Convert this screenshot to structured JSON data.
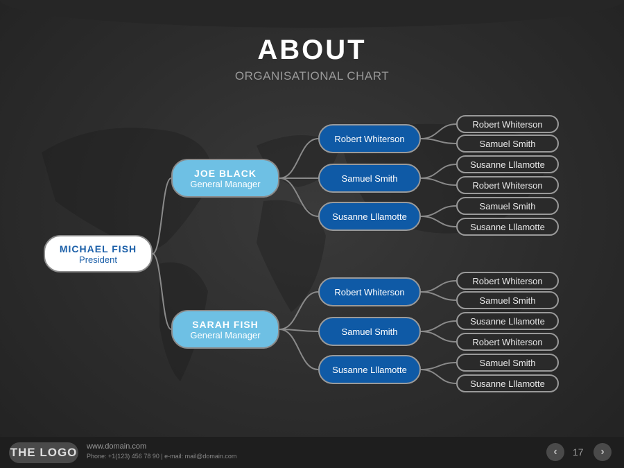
{
  "header": {
    "title": "ABOUT",
    "subtitle": "ORGANISATIONAL CHART"
  },
  "org": {
    "president": {
      "name": "MICHAEL FISH",
      "role": "President"
    },
    "managers": [
      {
        "name": "JOE BLACK",
        "role": "General Manager",
        "reports": [
          {
            "name": "Robert Whiterson",
            "reports": [
              "Robert Whiterson",
              "Samuel Smith"
            ]
          },
          {
            "name": "Samuel Smith",
            "reports": [
              "Susanne Lllamotte",
              "Robert Whiterson"
            ]
          },
          {
            "name": "Susanne Lllamotte",
            "reports": [
              "Samuel Smith",
              "Susanne Lllamotte"
            ]
          }
        ]
      },
      {
        "name": "SARAH FISH",
        "role": "General Manager",
        "reports": [
          {
            "name": "Robert Whiterson",
            "reports": [
              "Robert Whiterson",
              "Samuel Smith"
            ]
          },
          {
            "name": "Samuel Smith",
            "reports": [
              "Susanne Lllamotte",
              "Robert Whiterson"
            ]
          },
          {
            "name": "Susanne Lllamotte",
            "reports": [
              "Samuel Smith",
              "Susanne Lllamotte"
            ]
          }
        ]
      }
    ]
  },
  "footer": {
    "logo": "THE LOGO",
    "website": "www.domain.com",
    "contact": "Phone: +1(123) 456 78 90 | e-mail: mail@domain.com",
    "page": "17",
    "prev_icon": "chevron-left-icon",
    "next_icon": "chevron-right-icon"
  },
  "colors": {
    "president_bg": "#ffffff",
    "manager_bg": "#6ec0e4",
    "staff_bg": "#0f5aa6",
    "leaf_bg": "#2a2a2a"
  }
}
